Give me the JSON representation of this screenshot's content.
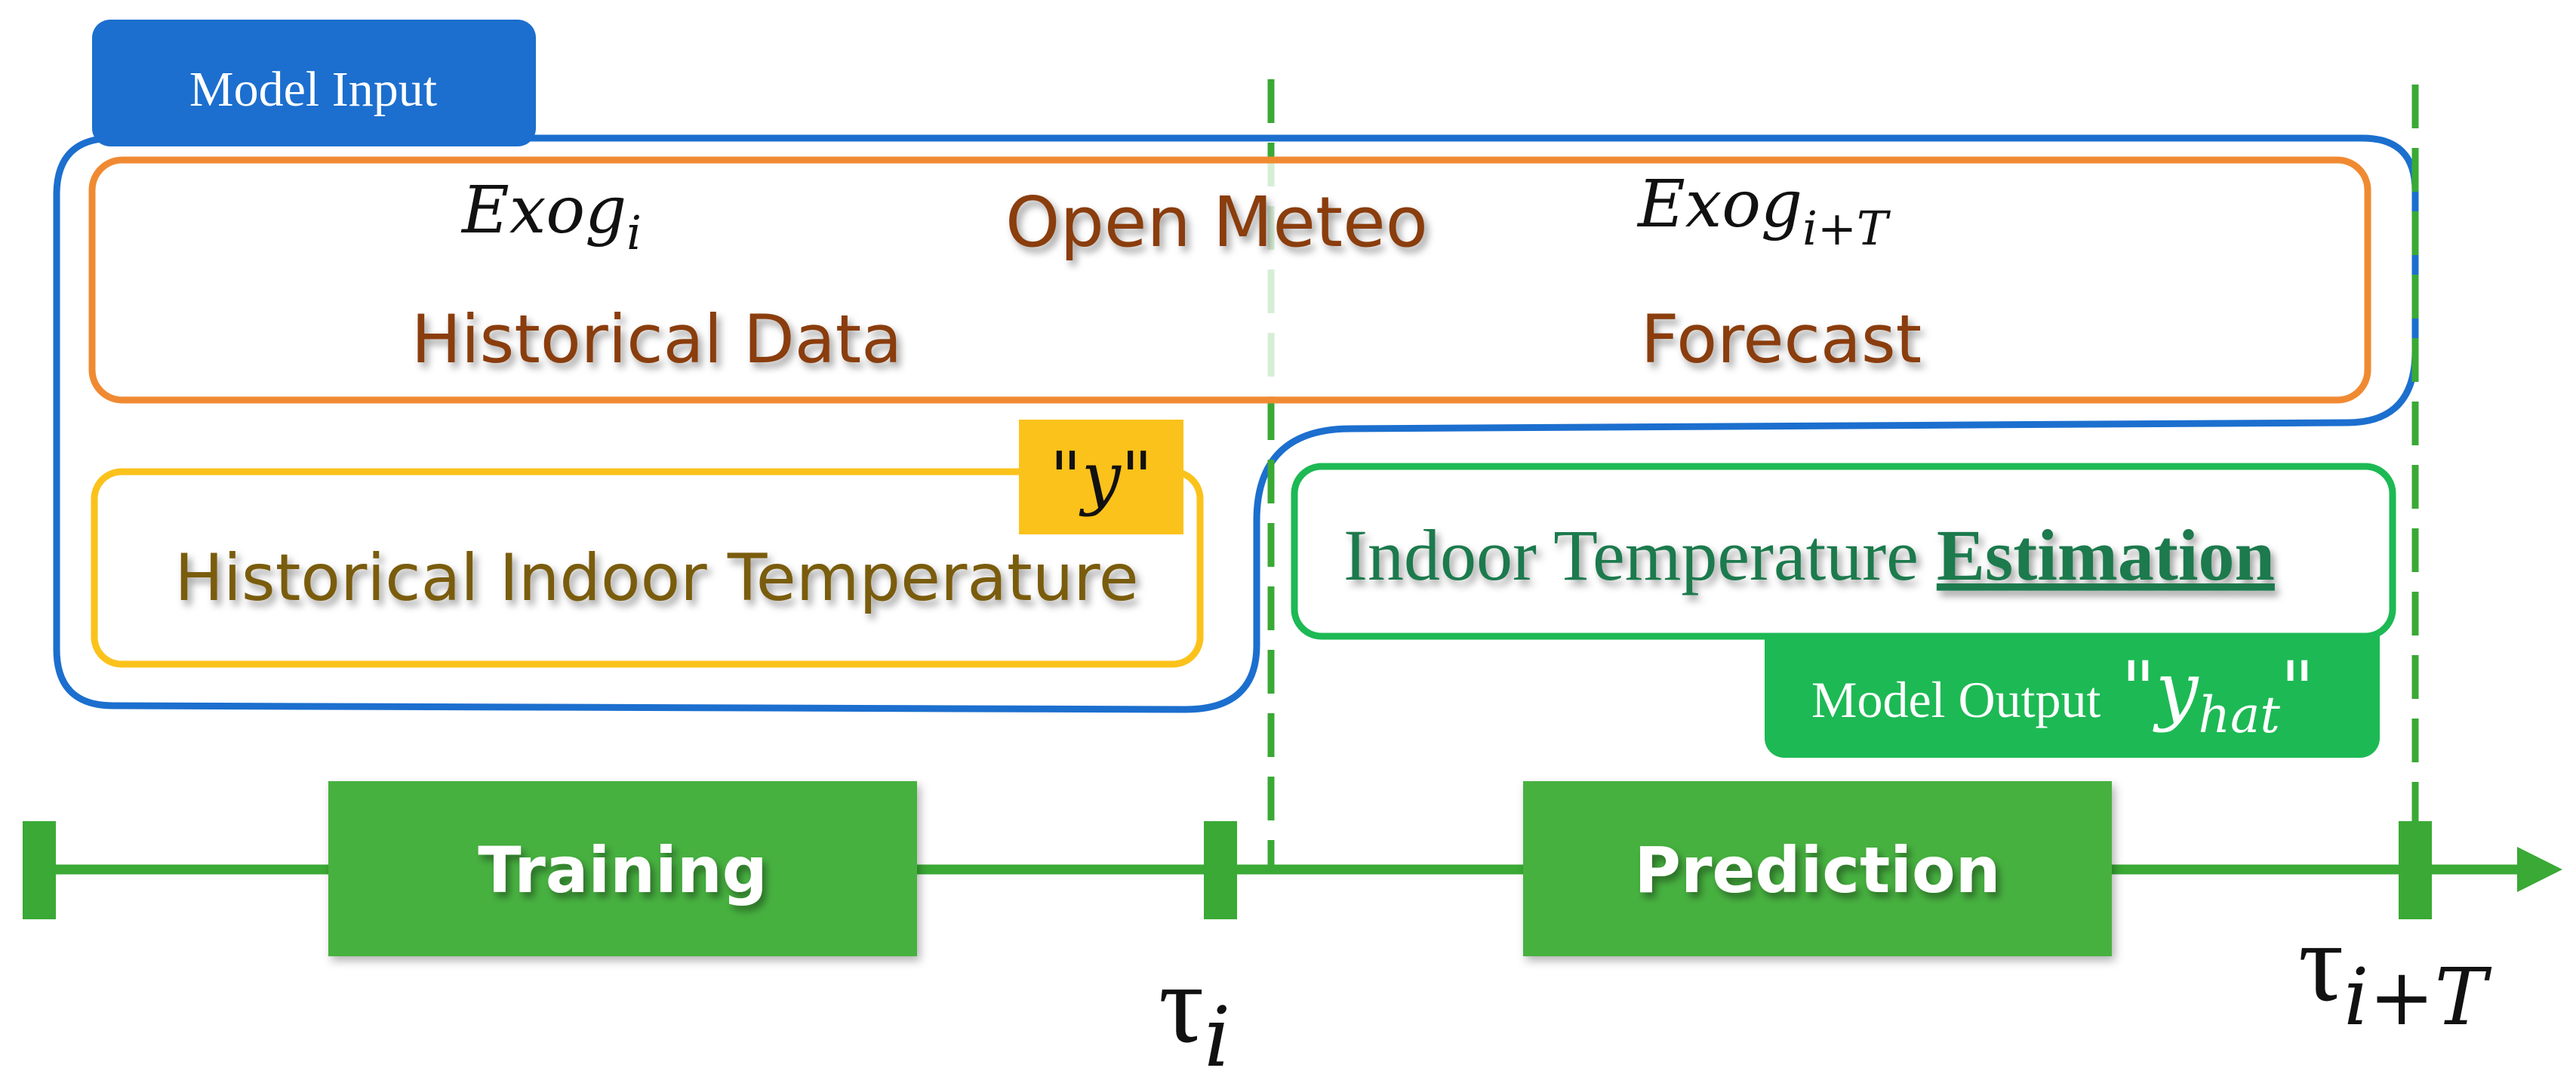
{
  "model_input": {
    "label": "Model Input"
  },
  "open_meteo": {
    "title": "Open Meteo",
    "historical_label": "Historical Data",
    "forecast_label": "Forecast",
    "exog_i": {
      "base": "Exog",
      "subscript": "i"
    },
    "exog_iT": {
      "base": "Exog",
      "subscript": "i+T"
    }
  },
  "historical_indoor": {
    "label": "Historical Indoor Temperature",
    "badge": "\"y\""
  },
  "estimation": {
    "label_plain": "Indoor Temperature ",
    "label_emphasis": "Estimation"
  },
  "model_output": {
    "label": "Model Output",
    "symbol_open": "\"",
    "symbol_base": "y",
    "symbol_subscript": "hat",
    "symbol_close": "\""
  },
  "timeline": {
    "training_label": "Training",
    "prediction_label": "Prediction",
    "tau_i": {
      "base": "τ",
      "subscript": "i"
    },
    "tau_iT": {
      "base": "τ",
      "subscript": "i+T"
    }
  },
  "colors": {
    "blue": "#1c6fce",
    "orange": "#f08a32",
    "yellow": "#fbc21b",
    "green_box": "#1db954",
    "green_timeline": "#3aa935",
    "green_block": "#46b141",
    "dark_orange_text": "#8a3e10",
    "olive_text": "#7a5c0c",
    "teal_text": "#1f7a4e"
  }
}
